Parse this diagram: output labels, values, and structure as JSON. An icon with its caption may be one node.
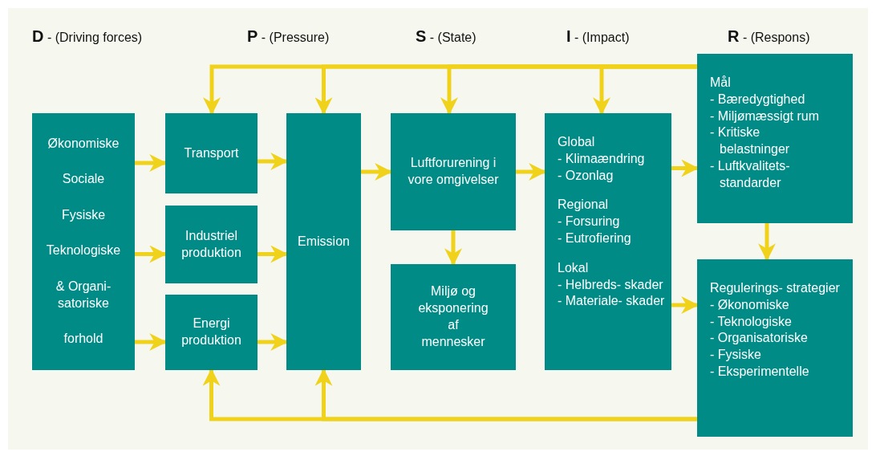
{
  "diagram": {
    "nodes": [
      {
        "text": [
          "Økonomiske",
          "Sociale",
          "Fysiske",
          "Teknologiske",
          "& Organi- satoriske",
          "forhold"
        ]
      },
      {
        "text": [
          "Transport"
        ]
      },
      {
        "text": [
          "Industriel produktion"
        ]
      },
      {
        "text": [
          "Energi produktion"
        ]
      },
      {
        "text": [
          "Emission"
        ]
      },
      {
        "text": [
          "Luftforurening i vore omgivelser"
        ]
      },
      {
        "text": [
          "Miljø og eksponering af mennesker"
        ]
      },
      {
        "text": [
          "Global",
          "- Klimaændring",
          "- Ozonlag",
          "Regional",
          "- Forsuring",
          "- Eutrofiering",
          "Lokal",
          "- Helbreds- skader",
          "- Materiale- skader"
        ]
      },
      {
        "text": [
          "Mål",
          "- Bæredygtighed",
          "- Miljømæssigt rum",
          "- Kritiske belastninger",
          "- Luftkvalitets- standarder"
        ]
      },
      {
        "text": [
          "Regulerings- strategier",
          "- Økonomiske",
          "- Teknologiske",
          "- Organisatoriske",
          "- Fysiske",
          "- Eksperimentelle"
        ]
      }
    ],
    "edges": [
      {
        "from": 0,
        "to": 1,
        "arrow": "to"
      },
      {
        "from": 0,
        "to": 2,
        "arrow": "to"
      },
      {
        "from": 0,
        "to": 3,
        "arrow": "to"
      },
      {
        "from": 1,
        "to": 4,
        "arrow": "to"
      },
      {
        "from": 2,
        "to": 4,
        "arrow": "to"
      },
      {
        "from": 3,
        "to": 4,
        "arrow": "to"
      },
      {
        "from": 4,
        "to": 5,
        "arrow": "to"
      },
      {
        "from": 5,
        "to": 6,
        "arrow": "to"
      },
      {
        "from": 5,
        "to": 7,
        "arrow": "to"
      },
      {
        "from": 7,
        "to": 8,
        "arrow": "to"
      },
      {
        "from": 8,
        "to": 9,
        "arrow": "to"
      },
      {
        "from": 7,
        "to": 9,
        "arrow": "to"
      },
      {
        "from": 8,
        "to": 1,
        "arrow": "to"
      },
      {
        "from": 8,
        "to": 4,
        "arrow": "to"
      },
      {
        "from": 8,
        "to": 5,
        "arrow": "to"
      },
      {
        "from": 8,
        "to": 7,
        "arrow": "to"
      },
      {
        "from": 9,
        "to": 3,
        "arrow": "to"
      },
      {
        "from": 9,
        "to": 4,
        "arrow": "to"
      }
    ],
    "labels": [
      "**D** - (Driving forces)",
      "**P** - (Pressure)",
      "**S** - (State)",
      "**I** - (Impact)",
      "**R** - (Respons)"
    ]
  }
}
